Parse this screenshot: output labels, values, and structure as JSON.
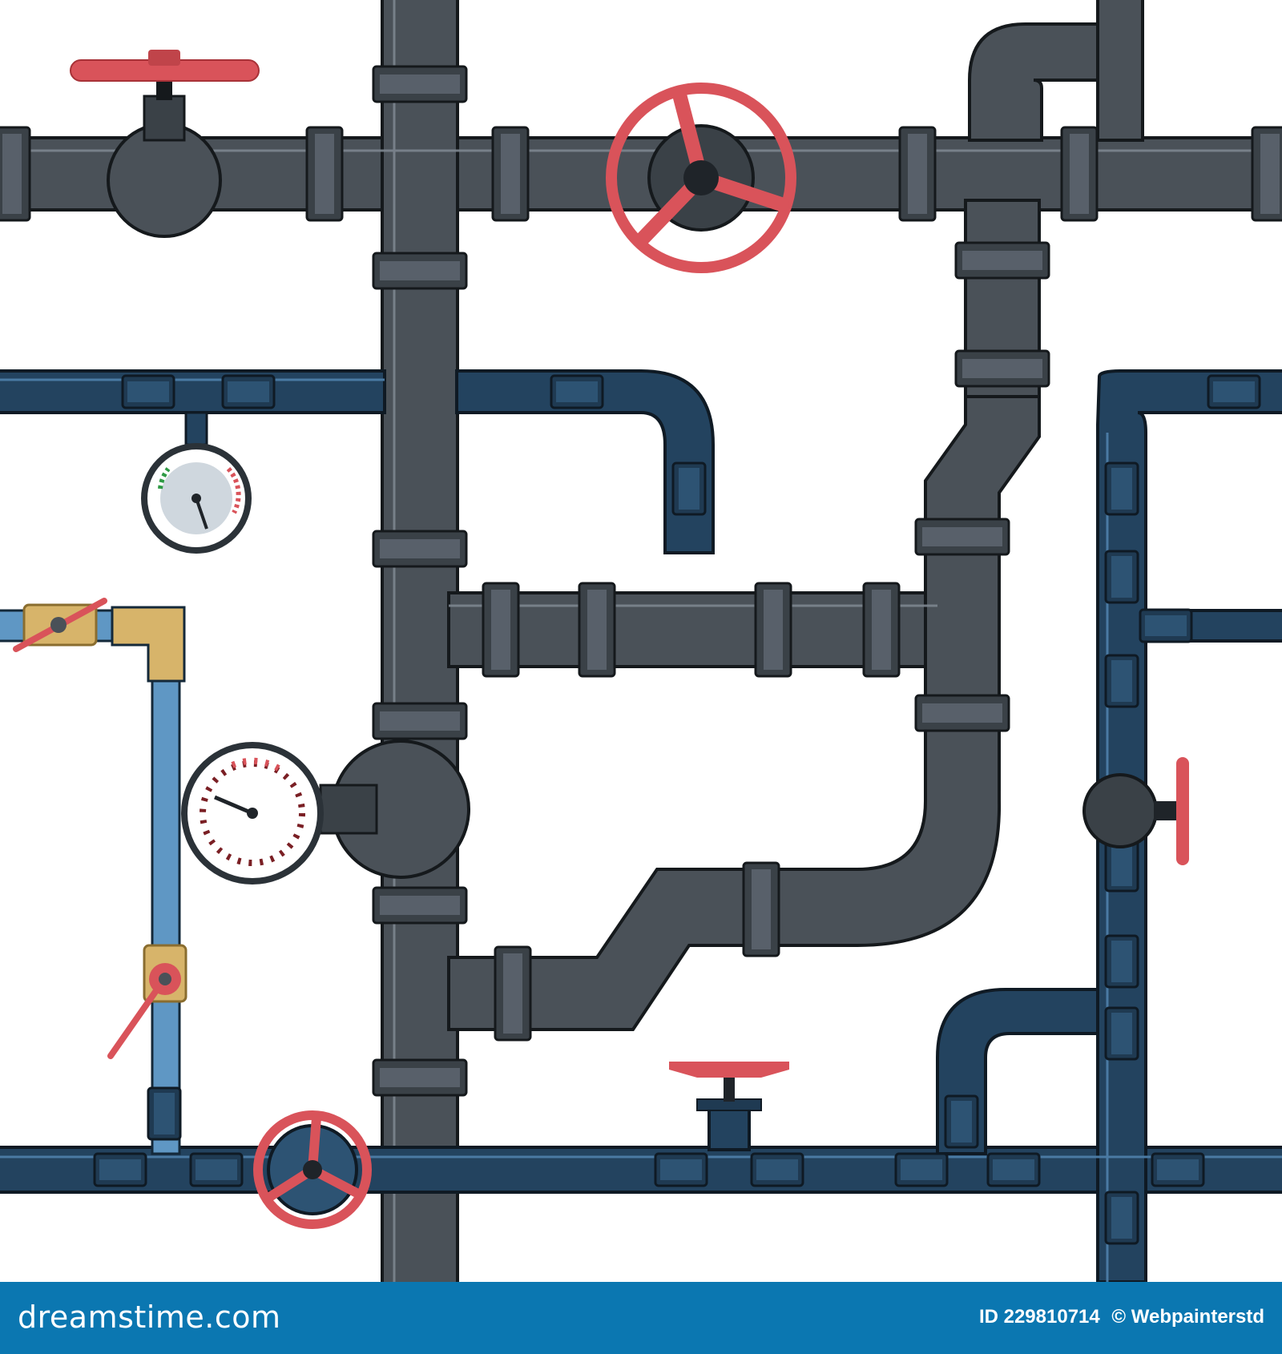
{
  "colors": {
    "large_pipe": "#4a5158",
    "large_pipe_dark": "#1f2429",
    "blue_pipe": "#23435f",
    "light_blue_pipe": "#5f97c4",
    "brass": "#d7b46a",
    "valve_red": "#d9535a",
    "footer_bg": "#0b77b1"
  },
  "footer": {
    "logo_text": "dreamstime.com",
    "id_text": "ID 229810714",
    "credit_text": "© Webpainterstd"
  }
}
